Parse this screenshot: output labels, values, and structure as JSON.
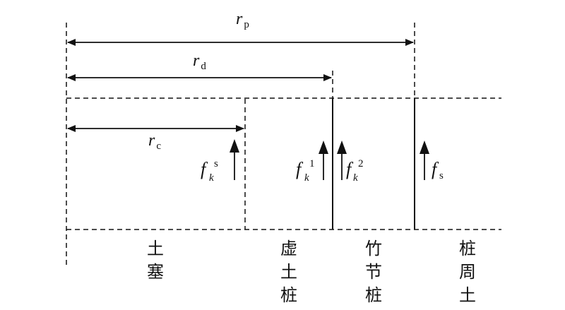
{
  "diagram": {
    "dimensions": {
      "rp": {
        "main": "r",
        "sub": "p"
      },
      "rd": {
        "main": "r",
        "sub": "d"
      },
      "rc": {
        "main": "r",
        "sub": "c"
      }
    },
    "forces": {
      "fks": {
        "main": "f",
        "sub": "k",
        "sup": "s"
      },
      "fk1": {
        "main": "f",
        "sub": "k",
        "sup": "1"
      },
      "fk2": {
        "main": "f",
        "sub": "k",
        "sup": "2"
      },
      "fs": {
        "main": "f",
        "sub": "s"
      }
    },
    "regions": {
      "soil_plug": {
        "line1": "土",
        "line2": "塞"
      },
      "virtual_soil_pile": {
        "line1": "虚",
        "line2": "土",
        "line3": "桩"
      },
      "bamboo_pile": {
        "line1": "竹",
        "line2": "节",
        "line3": "桩"
      },
      "surrounding_soil": {
        "line1": "桩",
        "line2": "周",
        "line3": "土"
      }
    },
    "colors": {
      "ink": "#111111",
      "background": "#ffffff"
    }
  }
}
